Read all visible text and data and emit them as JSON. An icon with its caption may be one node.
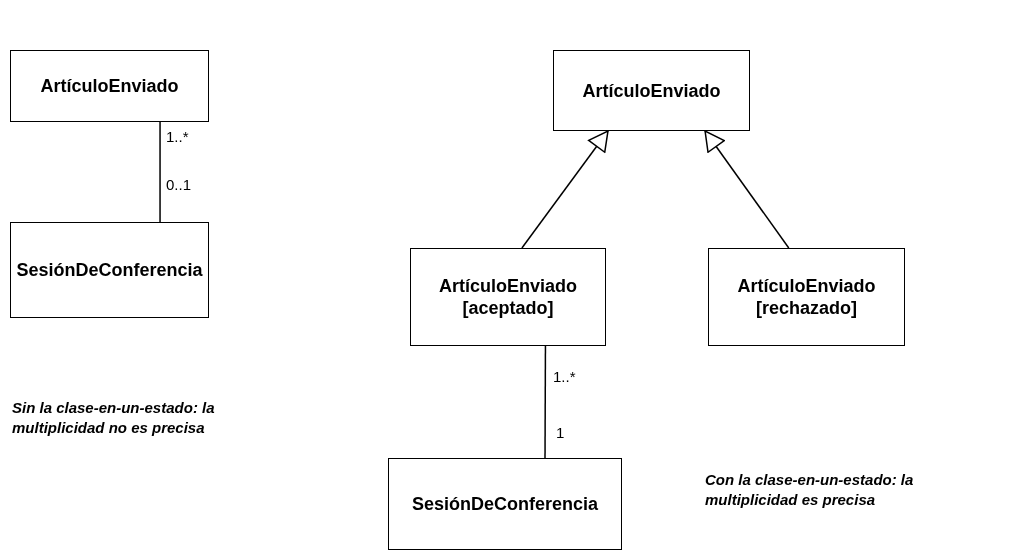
{
  "diagram": {
    "nodes": [
      {
        "text": [
          "ArtículoEnviado"
        ]
      },
      {
        "text": [
          "SesiónDeConferencia"
        ]
      },
      {
        "text": [
          "ArtículoEnviado"
        ]
      },
      {
        "text": [
          "ArtículoEnviado [aceptado]"
        ]
      },
      {
        "text": [
          "ArtículoEnviado [rechazado]"
        ]
      },
      {
        "text": [
          "SesiónDeConferencia"
        ]
      }
    ],
    "edges": [
      {
        "from": 0,
        "to": 1,
        "arrow": "none"
      },
      {
        "from": 3,
        "to": 2,
        "arrow": "to"
      },
      {
        "from": 4,
        "to": 2,
        "arrow": "to"
      },
      {
        "from": 3,
        "to": 5,
        "arrow": "none"
      }
    ],
    "labels": [
      "1..*",
      "0..1",
      "Sin la clase-en-un-estado: la multiplicidad no es precisa",
      "1..*",
      "1",
      "Con la clase-en-un-estado: la multiplicidad es precisa"
    ]
  }
}
